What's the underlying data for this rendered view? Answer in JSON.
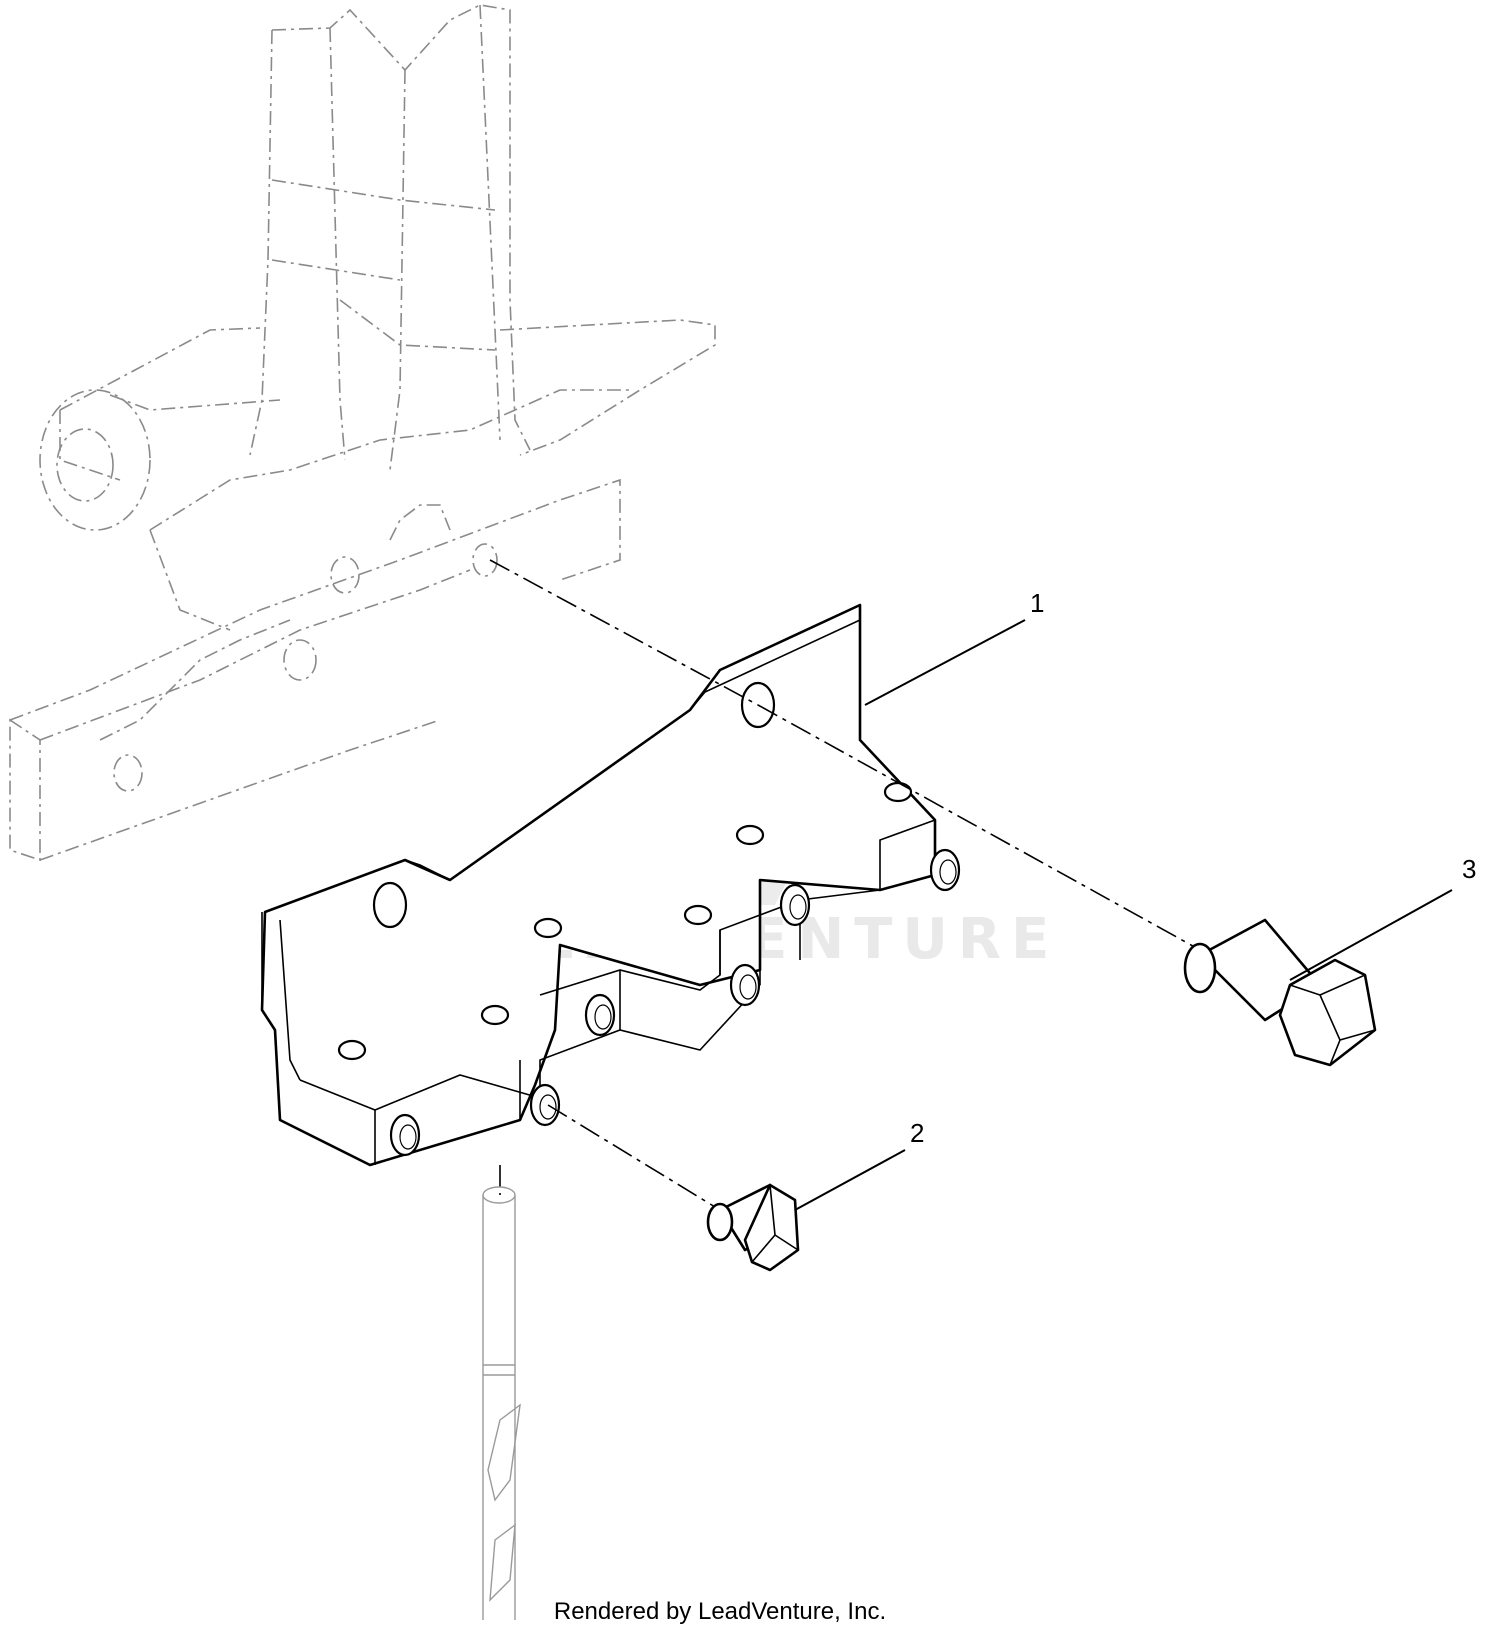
{
  "diagram": {
    "callouts": [
      {
        "id": "1",
        "label": "1"
      },
      {
        "id": "2",
        "label": "2"
      },
      {
        "id": "3",
        "label": "3"
      }
    ],
    "watermark": {
      "text": "LEADVENTURE"
    },
    "footer": {
      "text": "Rendered by LeadVenture, Inc."
    }
  }
}
